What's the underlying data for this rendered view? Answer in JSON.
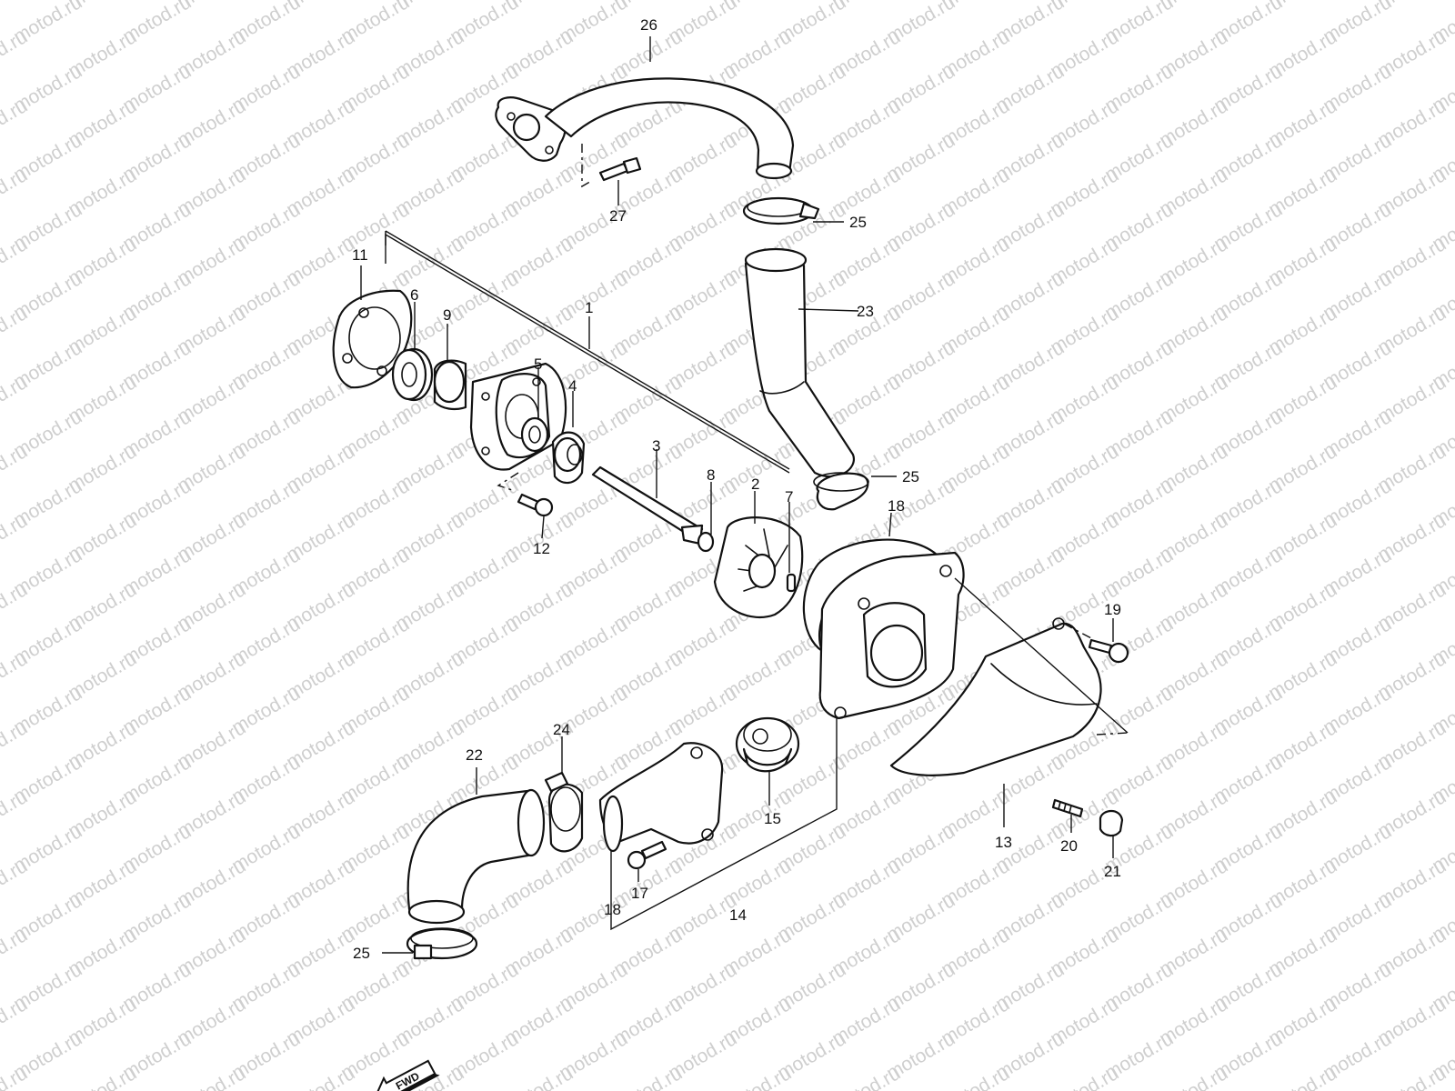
{
  "watermark": "motod.ru",
  "direction_badge": "FWD",
  "callouts": {
    "c1": "1",
    "c2": "2",
    "c3": "3",
    "c4": "4",
    "c5": "5",
    "c6": "6",
    "c7": "7",
    "c8": "8",
    "c9": "9",
    "c11": "11",
    "c12": "12",
    "c13": "13",
    "c14": "14",
    "c15": "15",
    "c17": "17",
    "c18a": "18",
    "c18b": "18",
    "c19": "19",
    "c20": "20",
    "c21": "21",
    "c22": "22",
    "c23": "23",
    "c24": "24",
    "c25a": "25",
    "c25b": "25",
    "c25c": "25",
    "c26": "26",
    "c27": "27"
  }
}
